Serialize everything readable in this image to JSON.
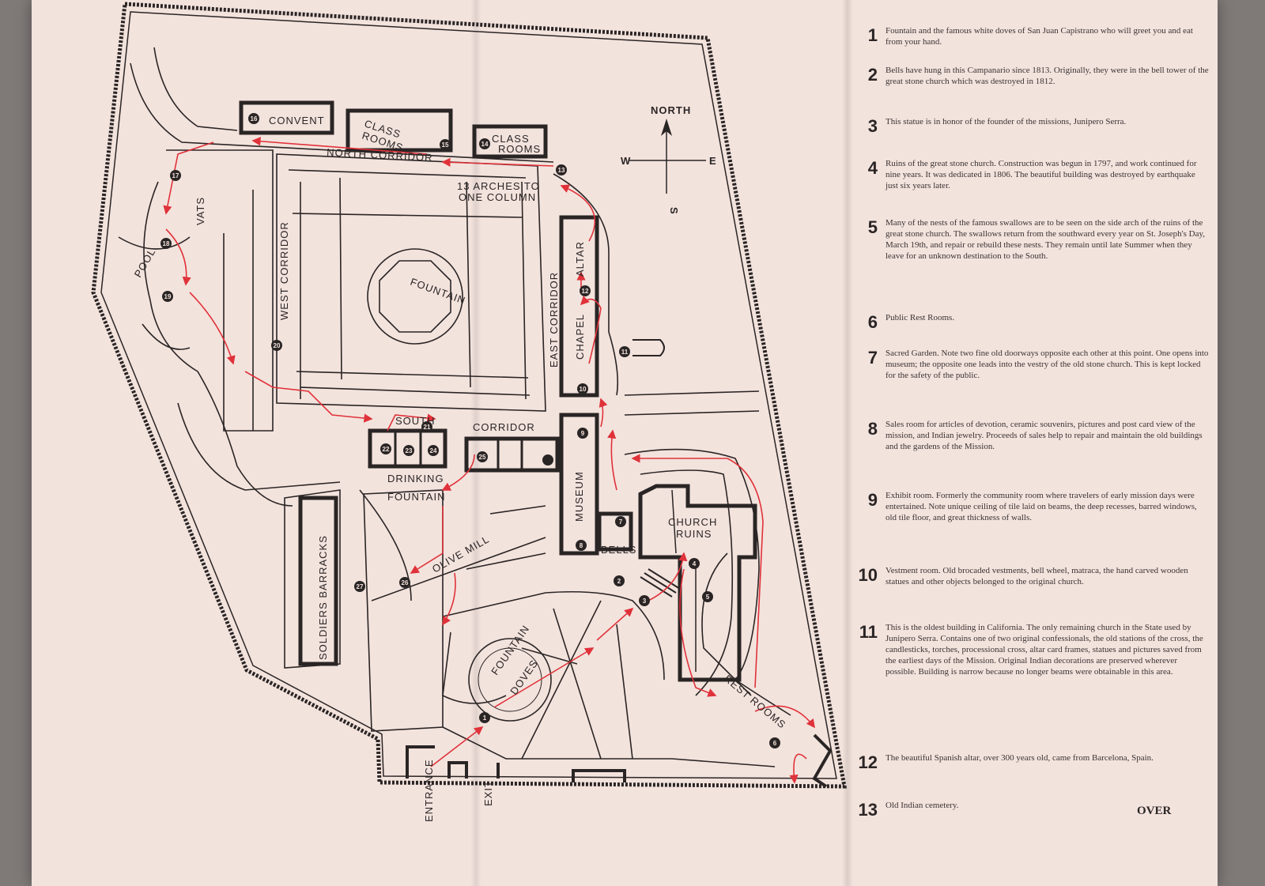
{
  "compass": {
    "north": "NORTH",
    "west": "W",
    "east": "E",
    "south": "S"
  },
  "labels": {
    "convent": "CONVENT",
    "class_rooms_1": "CLASS",
    "class_rooms_1b": "ROOMS",
    "class_rooms_2": "CLASS",
    "class_rooms_2b": "ROOMS",
    "north_corridor": "NORTH CORRIDOR",
    "arches_1": "13 ARCHES TO",
    "arches_2": "ONE COLUMN",
    "vats": "VATS",
    "pool": "POOL",
    "west_corridor": "WEST CORRIDOR",
    "fountain": "FOUNTAIN",
    "east_corridor": "EAST CORRIDOR",
    "altar": "ALTAR",
    "chapel": "CHAPEL",
    "south": "SOUTH",
    "corridor": "CORRIDOR",
    "drinking_1": "DRINKING",
    "drinking_2": "FOUNTAIN",
    "museum": "MUSEUM",
    "church_ruins_1": "CHURCH",
    "church_ruins_2": "RUINS",
    "bells": "BELLS",
    "soldiers_barracks": "SOLDIERS BARRACKS",
    "olive_mill": "OLIVE MILL",
    "fountain_doves_1": "FOUNTAIN",
    "fountain_doves_2": "DOVES",
    "rest_rooms": "REST ROOMS",
    "entrance": "ENTRANCE",
    "exit": "EXIT"
  },
  "markers": {
    "m1": "1",
    "m2": "2",
    "m3": "3",
    "m4": "4",
    "m5": "5",
    "m6": "6",
    "m7": "7",
    "m8": "8",
    "m9": "9",
    "m10": "10",
    "m11": "11",
    "m12": "12",
    "m13": "13",
    "m14": "14",
    "m15": "15",
    "m16": "16",
    "m17": "17",
    "m18": "18",
    "m19": "19",
    "m20": "20",
    "m21": "21",
    "m22": "22",
    "m23": "23",
    "m24": "24",
    "m25": "25",
    "m26": "26",
    "m27": "27"
  },
  "legend": [
    {
      "num": "1",
      "text": "Fountain and the famous white doves of San Juan Capistrano who will greet you and eat from your hand."
    },
    {
      "num": "2",
      "text": "Bells have hung in this Campanario since 1813. Originally, they were in the bell tower of the great stone church which was destroyed in 1812."
    },
    {
      "num": "3",
      "text": "This statue is in honor of the founder of the missions, Junipero Serra."
    },
    {
      "num": "4",
      "text": "Ruins of the great stone church. Construction was begun in 1797, and work continued for nine years. It was dedicated in 1806. The beautiful building was destroyed by earthquake just six years later."
    },
    {
      "num": "5",
      "text": "Many of the nests of the famous swallows are to be seen on the side arch of the ruins of the great stone church. The swallows return from the southward every year on St. Joseph's Day, March 19th, and repair or rebuild these nests. They remain until late Summer when they leave for an unknown destination to the South."
    },
    {
      "num": "6",
      "text": "Public Rest Rooms."
    },
    {
      "num": "7",
      "text": "Sacred Garden. Note two fine old doorways opposite each other at this point. One opens into museum; the opposite one leads into the vestry of the old stone church. This is kept locked for the safety of the public."
    },
    {
      "num": "8",
      "text": "Sales room for articles of devotion, ceramic souvenirs, pictures and post card view of the mission, and Indian jewelry. Proceeds of sales help to repair and maintain the old buildings and the gardens of the Mission."
    },
    {
      "num": "9",
      "text": "Exhibit room. Formerly the community room where travelers of early mission days were entertained. Note unique ceiling of tile laid on beams, the deep recesses, barred windows, old tile floor, and great thickness of walls."
    },
    {
      "num": "10",
      "text": "Vestment room. Old brocaded vestments, bell wheel, matraca, the hand carved wooden statues and other objects belonged to the original church."
    },
    {
      "num": "11",
      "text": "This is the oldest building in California. The only remaining church in the State used by Junipero Serra. Contains one of two original confessionals, the old stations of the cross, the candlesticks, torches, processional cross, altar card frames, statues and pictures saved from the earliest days of the Mission. Original Indian decorations are preserved wherever possible. Building is narrow because no longer beams were obtainable in this area."
    },
    {
      "num": "12",
      "text": "The beautiful Spanish altar, over 300 years old, came from Barcelona, Spain."
    },
    {
      "num": "13",
      "text": "Old Indian cemetery."
    }
  ],
  "over": "OVER",
  "colors": {
    "paper": "#f3e3dd",
    "ink": "#2a2525",
    "route": "#e0323a",
    "background": "#7f7a78"
  }
}
